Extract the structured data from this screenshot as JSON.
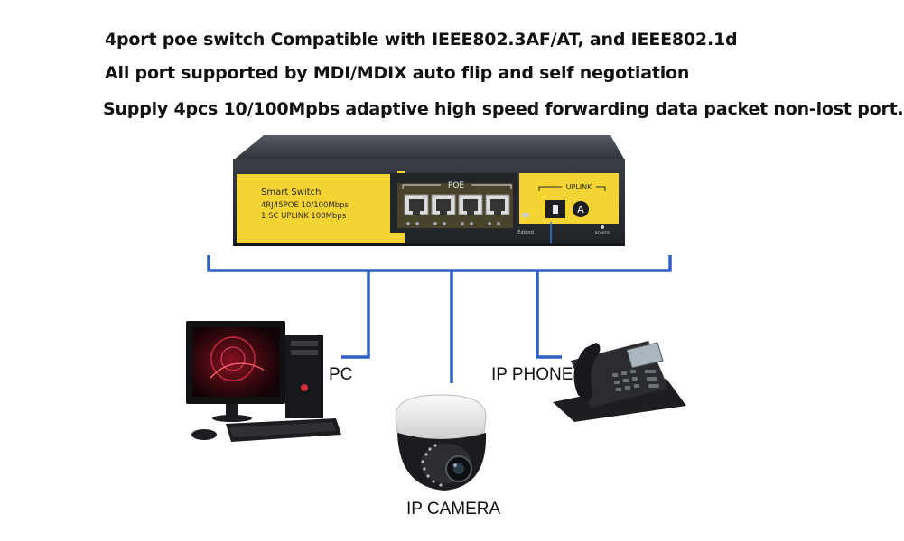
{
  "headlines": [
    "4port poe switch Compatible with IEEE802.3AF/AT, and IEEE802.1d",
    "All port supported by MDI/MDIX auto flip and self negotiation",
    "Supply 4pcs 10/100Mpbs adaptive high speed forwarding data packet non-lost port."
  ],
  "switch": {
    "name": "Smart Switch",
    "spec_line1": "4RJ45POE 10/100Mbps",
    "spec_line2": "1 SC UPLINK 100Mbps",
    "poe_group_label": "POE",
    "uplink_group_label": "UPLINK",
    "uplink_port_letter": "A",
    "extend_switch_label": "Extend",
    "power_label": "POWER",
    "body_color": "#2c3038",
    "panel_color": "#f3d432"
  },
  "devices": {
    "pc_label": "PC",
    "phone_label": "IP PHONE",
    "camera_label": "IP CAMERA"
  },
  "colors": {
    "connection_line": "#2f5fc4"
  }
}
